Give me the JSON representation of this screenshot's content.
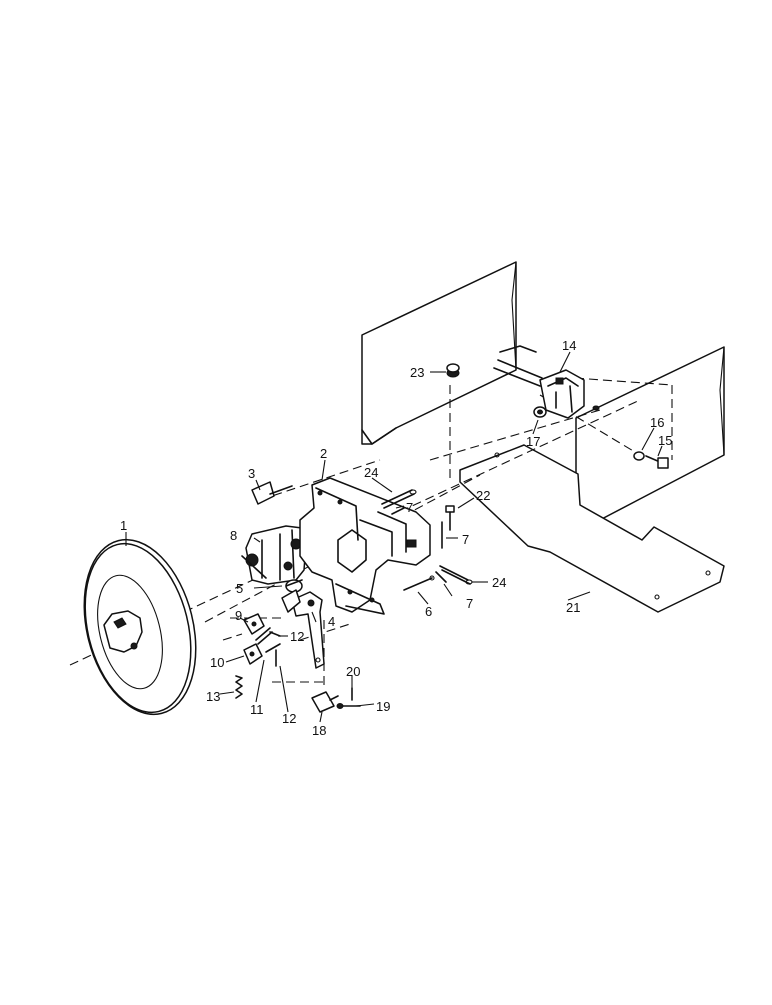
{
  "diagram": {
    "callouts": [
      "1",
      "2",
      "3",
      "4",
      "5",
      "6",
      "7",
      "7",
      "7",
      "8",
      "9",
      "10",
      "11",
      "12",
      "12",
      "13",
      "14",
      "15",
      "16",
      "17",
      "18",
      "19",
      "20",
      "21",
      "22",
      "23",
      "24",
      "24"
    ]
  }
}
